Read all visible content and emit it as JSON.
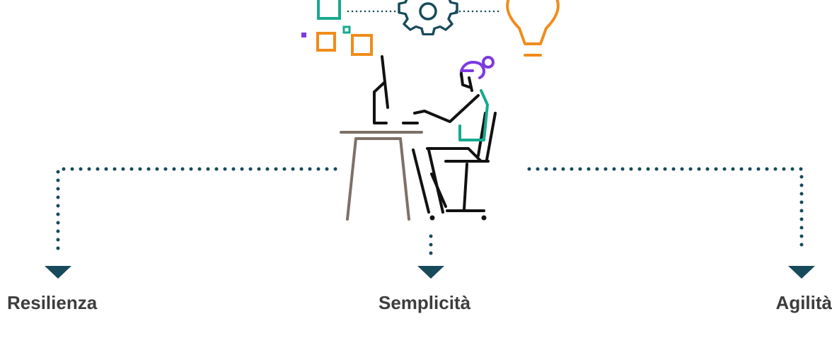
{
  "labels": {
    "left": "Resilienza",
    "center": "Semplicità",
    "right": "Agilità"
  },
  "colors": {
    "connector": "#174a5b",
    "figure": "#111111",
    "desk": "#7d7068",
    "accent_teal": "#17a98f",
    "accent_orange": "#f08c1a",
    "accent_purple": "#7c3ae0",
    "label_text": "#3d3d3d"
  },
  "icons": [
    "squares-icon",
    "gear-icon",
    "lightbulb-icon",
    "person-at-desk-illustration"
  ]
}
